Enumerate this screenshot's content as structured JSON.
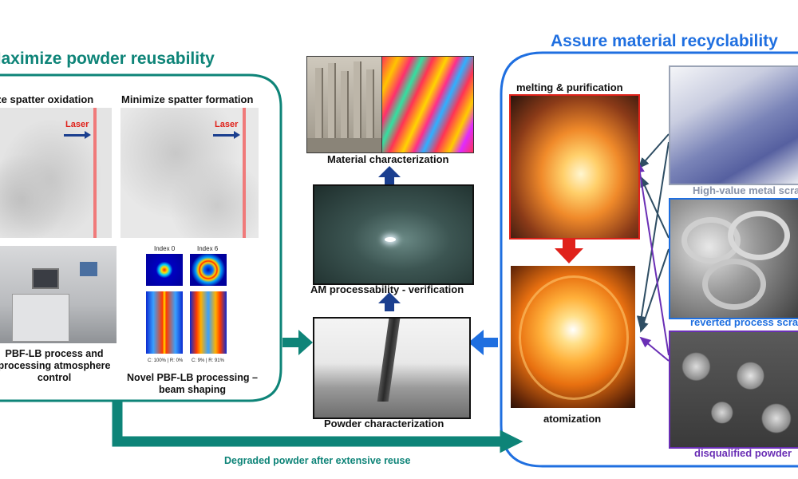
{
  "left_panel": {
    "title": "Maximize powder reusability",
    "spatter_oxidation_label": "Minimize spatter oxidation",
    "spatter_formation_label": "Minimize spatter formation",
    "laser_label_1": "Laser",
    "laser_label_2": "Laser",
    "machine_caption": "PBF-LB process and processing atmosphere control",
    "beam_index_0": "Index 0",
    "beam_index_6": "Index 6",
    "beam_stat_1": "C: 100% | R: 0%",
    "beam_stat_2": "C: 9% | R: 91%",
    "beam_caption": "Novel PBF-LB processing – beam shaping"
  },
  "center": {
    "material_char": "Material characterization",
    "am_process": "AM processability - verification",
    "powder_char": "Powder characterization"
  },
  "right_panel": {
    "title": "Assure material recyclability",
    "melting_label": "melting & purification",
    "atomization_label": "atomization",
    "scrap_high_value": "High-value metal scrap",
    "scrap_reverted": "reverted process scrap",
    "scrap_disqualified": "disqualified powder"
  },
  "bottom_flow_label": "Degraded powder after extensive reuse",
  "colors": {
    "teal": "#0e8478",
    "blue": "#1f6fe0",
    "navy": "#1b3f8f",
    "red": "#e0221b",
    "purple": "#6a2fb5",
    "dark_slate": "#2e4d63"
  }
}
